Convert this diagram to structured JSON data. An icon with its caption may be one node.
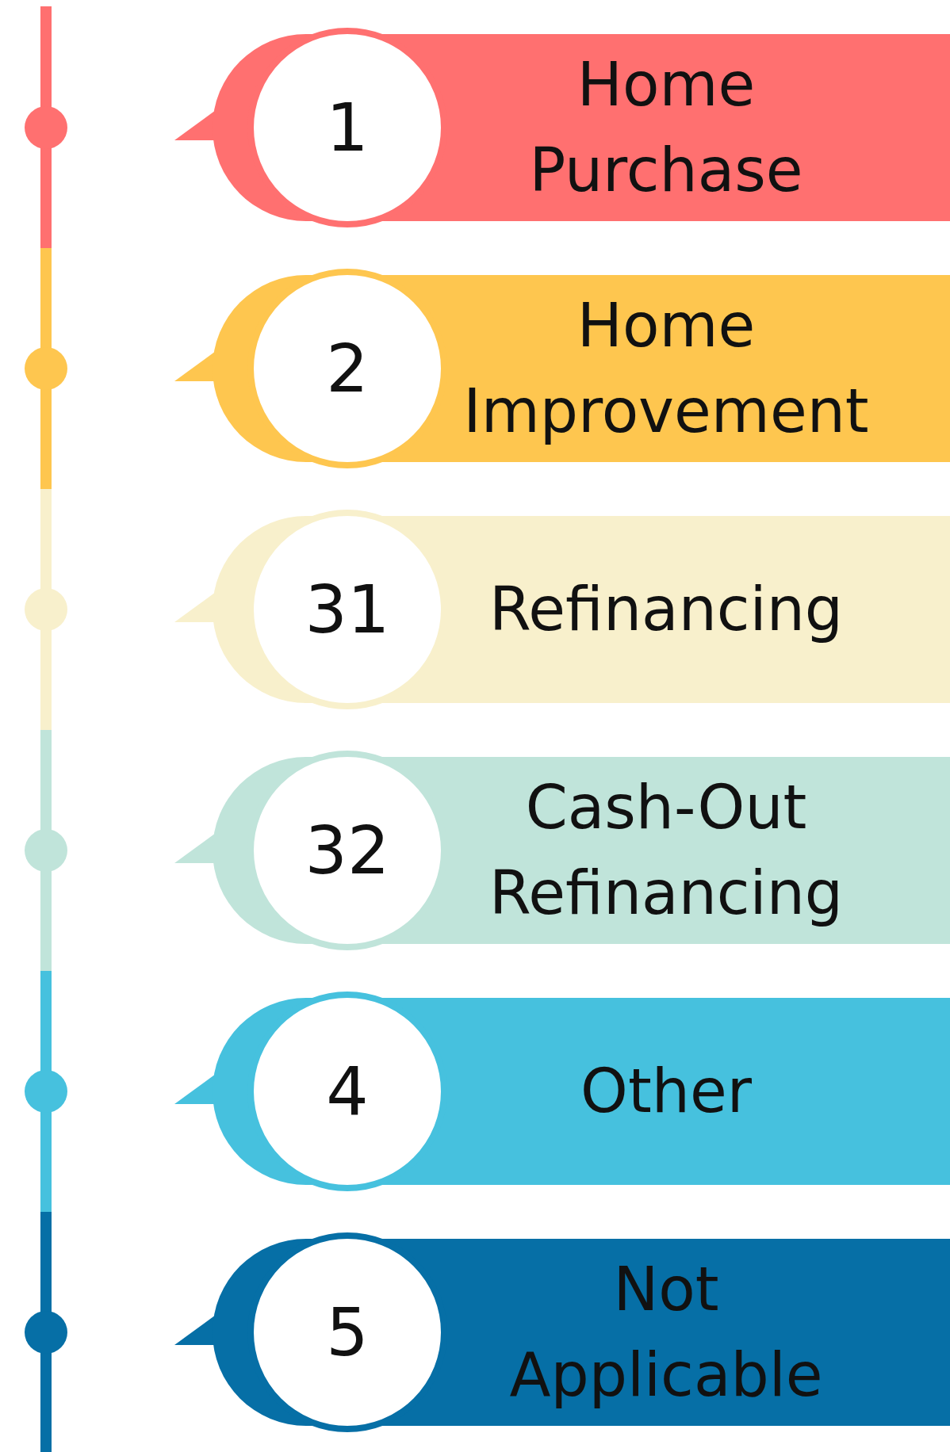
{
  "diagram": {
    "nodes": [
      {
        "text": [
          "1",
          "Home Purchase"
        ]
      },
      {
        "text": [
          "2",
          "Home Improvement"
        ]
      },
      {
        "text": [
          "31",
          "Refinancing"
        ]
      },
      {
        "text": [
          "32",
          "Cash-Out Refinancing"
        ]
      },
      {
        "text": [
          "4",
          "Other"
        ]
      },
      {
        "text": [
          "5",
          "Not Applicable"
        ]
      }
    ]
  }
}
